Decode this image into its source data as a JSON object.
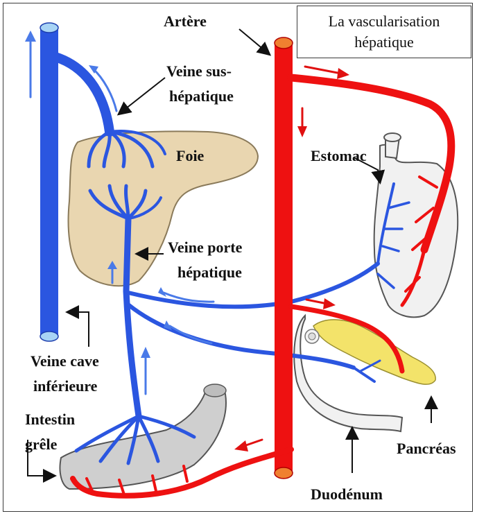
{
  "title": {
    "line1": "La vascularisation",
    "line2": "hépatique"
  },
  "labels": {
    "artere": "Artère",
    "veine_sus_1": "Veine sus-",
    "veine_sus_2": "hépatique",
    "foie": "Foie",
    "estomac": "Estomac",
    "veine_porte_1": "Veine porte",
    "veine_porte_2": "hépatique",
    "veine_cave_1": "Veine cave",
    "veine_cave_2": "inférieure",
    "intestin_1": "Intestin",
    "intestin_2": "grêle",
    "pancreas": "Pancréas",
    "duodenum": "Duodénum"
  },
  "colors": {
    "vein": "#2b56e0",
    "vein_dark": "#1e3fae",
    "artery": "#ee1111",
    "artery_dark": "#b00000",
    "liver": "#e9d6b0",
    "liver_edge": "#8a7a5a",
    "organ": "#f1f1f1",
    "organ_edge": "#555555",
    "intestine": "#cfcfcf",
    "pancreas": "#f3e36a",
    "flow_arrow_blue": "#4a7ae8",
    "flow_arrow_red": "#e01010",
    "vein_cap": "#a8d4f5",
    "artery_cap": "#f08030"
  }
}
